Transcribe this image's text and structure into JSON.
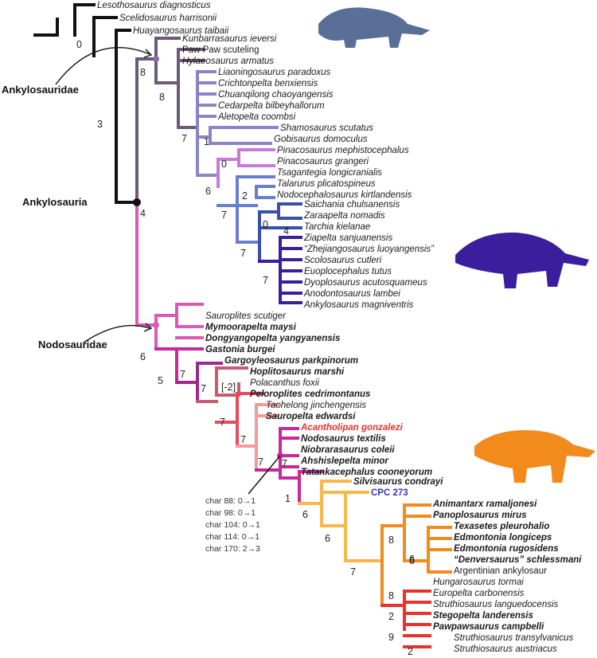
{
  "clade_labels": [
    "Ankylosauridae",
    "Ankylosauria",
    "Nodosauridae"
  ],
  "taxa": [
    {
      "label": "Lesothosaurus diagnosticus",
      "style": "it",
      "color": "#1a1a1a"
    },
    {
      "label": "Scelidosaurus harrisonii",
      "style": "it",
      "color": "#1a1a1a"
    },
    {
      "label": "Huayangosaurus taibaii",
      "style": "it",
      "color": "#1a1a1a"
    },
    {
      "label": "Kunbarrasaurus ieversi",
      "style": "it",
      "color": "#1a1a1a"
    },
    {
      "label": "Paw Paw scuteling",
      "style": "",
      "color": "#1a1a1a"
    },
    {
      "label": "Hylaeosaurus armatus",
      "style": "it",
      "color": "#1a1a1a"
    },
    {
      "label": "Liaoningosaurus paradoxus",
      "style": "it",
      "color": "#1a1a1a"
    },
    {
      "label": "Crichtonpelta benxiensis",
      "style": "it",
      "color": "#1a1a1a"
    },
    {
      "label": "Chuanqilong chaoyangensis",
      "style": "it",
      "color": "#1a1a1a"
    },
    {
      "label": "Cedarpelta bilbeyhallorum",
      "style": "it",
      "color": "#1a1a1a"
    },
    {
      "label": "Aletopelta coombsi",
      "style": "it",
      "color": "#1a1a1a"
    },
    {
      "label": "Shamosaurus scutatus",
      "style": "it",
      "color": "#1a1a1a"
    },
    {
      "label": "Gobisaurus domoculus",
      "style": "it",
      "color": "#1a1a1a"
    },
    {
      "label": "Pinacosaurus mephistocephalus",
      "style": "it",
      "color": "#1a1a1a"
    },
    {
      "label": "Pinacosaurus grangeri",
      "style": "it",
      "color": "#1a1a1a"
    },
    {
      "label": "Tsagantegia longicranialis",
      "style": "it",
      "color": "#1a1a1a"
    },
    {
      "label": "Talarurus plicatospineus",
      "style": "it",
      "color": "#1a1a1a"
    },
    {
      "label": "Nodocephalosaurus kirtlandensis",
      "style": "it",
      "color": "#1a1a1a"
    },
    {
      "label": "Saichania chulsanensis",
      "style": "it",
      "color": "#1a1a1a"
    },
    {
      "label": "Zaraapelta nomadis",
      "style": "it",
      "color": "#1a1a1a"
    },
    {
      "label": "Tarchia kielanae",
      "style": "it",
      "color": "#1a1a1a"
    },
    {
      "label": "Ziapelta sanjuanensis",
      "style": "it",
      "color": "#1a1a1a"
    },
    {
      "label": "“Zhejiangosaurus luoyangensis”",
      "style": "it",
      "color": "#1a1a1a"
    },
    {
      "label": "Scolosaurus cutleri",
      "style": "it",
      "color": "#1a1a1a"
    },
    {
      "label": "Euoplocephalus tutus",
      "style": "it",
      "color": "#1a1a1a"
    },
    {
      "label": "Dyoplosaurus acutosquameus",
      "style": "it",
      "color": "#1a1a1a"
    },
    {
      "label": "Anodontosaurus lambei",
      "style": "it",
      "color": "#1a1a1a"
    },
    {
      "label": "Ankylosaurus magniventris",
      "style": "it",
      "color": "#1a1a1a"
    },
    {
      "label": "Sauroplites scutiger",
      "style": "it",
      "color": "#1a1a1a"
    },
    {
      "label": "Mymoorapelta maysi",
      "style": "it bd",
      "color": "#1a1a1a"
    },
    {
      "label": "Dongyangopelta yangyanensis",
      "style": "it bd",
      "color": "#1a1a1a"
    },
    {
      "label": "Gastonia burgei",
      "style": "it bd",
      "color": "#1a1a1a"
    },
    {
      "label": "Gargoyleosaurus parkpinorum",
      "style": "it bd",
      "color": "#1a1a1a"
    },
    {
      "label": "Hoplitosaurus marshi",
      "style": "it bd",
      "color": "#1a1a1a"
    },
    {
      "label": "Polacanthus foxii",
      "style": "it",
      "color": "#1a1a1a"
    },
    {
      "label": "Peloroplites cedrimontanus",
      "style": "it bd",
      "color": "#1a1a1a"
    },
    {
      "label": "Taohelong jinchengensis",
      "style": "it",
      "color": "#1a1a1a"
    },
    {
      "label": "Sauropelta edwardsi",
      "style": "it bd",
      "color": "#1a1a1a"
    },
    {
      "label": "Acantholipan gonzalezi",
      "style": "it bd",
      "color": "#e8322a"
    },
    {
      "label": "Nodosaurus textilis",
      "style": "it bd",
      "color": "#1a1a1a"
    },
    {
      "label": "Niobrarasaurus coleii",
      "style": "it bd",
      "color": "#1a1a1a"
    },
    {
      "label": "Ahshislepelta minor",
      "style": "it bd",
      "color": "#1a1a1a"
    },
    {
      "label": "Tatankacephalus cooneyorum",
      "style": "it bd",
      "color": "#1a1a1a"
    },
    {
      "label": "Silvisaurus condrayi",
      "style": "it bd",
      "color": "#1a1a1a"
    },
    {
      "label": "CPC 273",
      "style": "bd",
      "color": "#3b34b8"
    },
    {
      "label": "Animantarx ramaljonesi",
      "style": "it bd",
      "color": "#1a1a1a"
    },
    {
      "label": "Panoplosaurus mirus",
      "style": "it bd",
      "color": "#1a1a1a"
    },
    {
      "label": "Texasetes pleurohalio",
      "style": "it bd",
      "color": "#1a1a1a"
    },
    {
      "label": "Edmontonia longiceps",
      "style": "it bd",
      "color": "#1a1a1a"
    },
    {
      "label": "Edmontonia rugosidens",
      "style": "it bd",
      "color": "#1a1a1a"
    },
    {
      "label": "“Denversaurus” schlessmani",
      "style": "it bd",
      "color": "#1a1a1a"
    },
    {
      "label": "Argentinian ankylosaur",
      "style": "",
      "color": "#1a1a1a"
    },
    {
      "label": "Hungarosaurus tormai",
      "style": "it",
      "color": "#1a1a1a"
    },
    {
      "label": "Europelta carbonensis",
      "style": "it",
      "color": "#1a1a1a"
    },
    {
      "label": "Struthiosaurus languedocensis",
      "style": "it",
      "color": "#1a1a1a"
    },
    {
      "label": "Stegopelta landerensis",
      "style": "it bd",
      "color": "#1a1a1a"
    },
    {
      "label": "Pawpawsaurus campbelli",
      "style": "it bd",
      "color": "#1a1a1a"
    },
    {
      "label": "Struthiosaurus transylvanicus",
      "style": "it",
      "color": "#1a1a1a"
    },
    {
      "label": "Struthiosaurus austriacus",
      "style": "it",
      "color": "#1a1a1a"
    }
  ],
  "support_values": [
    "0",
    "3",
    "8",
    "8",
    "4",
    "7",
    "1",
    "0",
    "6",
    "2",
    "7",
    "0",
    "4",
    "7",
    "7",
    "6",
    "5",
    "7",
    "7",
    "[-2]",
    "7",
    "7",
    "7",
    "7",
    "1",
    "6",
    "6",
    "7",
    "8",
    "6",
    "6",
    "8",
    "2",
    "9",
    "2"
  ],
  "character_changes": [
    "char  88: 0→1",
    "char  98: 0→1",
    "char 104: 0→1",
    "char 114: 0→1",
    "char 170: 2→3"
  ],
  "colors": {
    "outgroup": "#111111",
    "ankylosauridae_stem": "#6b5a78",
    "ankylosaurine_a": "#8a84c4",
    "ankylosaurine_b": "#6a7fcc",
    "ankylosaurine_c": "#3a4fa8",
    "ankylosaurine_d": "#3b1e9e",
    "nodosaurid_stem": "#d85bb8",
    "nodosaurine_pink": "#c8299a",
    "nodosaurine_red": "#e8322a",
    "nodosaurine_orange": "#f28a1c",
    "silhouette_top": "#5a6f97",
    "silhouette_mid": "#3b1e9e",
    "silhouette_bottom": "#f28a1c"
  }
}
